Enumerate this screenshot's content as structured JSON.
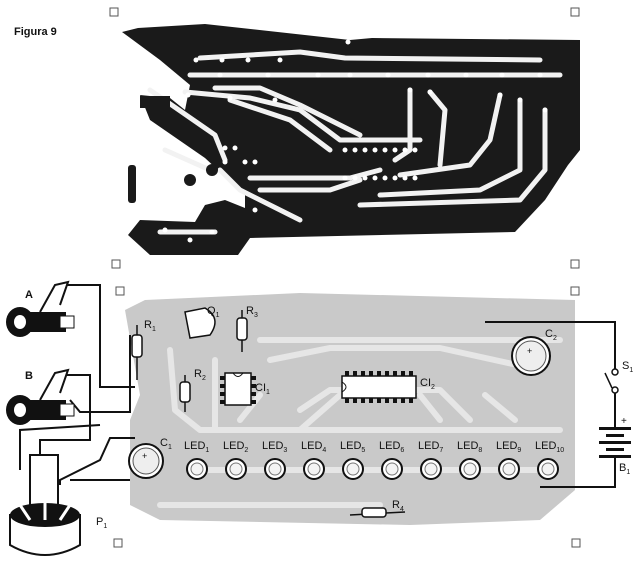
{
  "figure_label": "Figura 9",
  "components": {
    "A": "A",
    "B": "B",
    "P1": {
      "base": "P",
      "sub": "1"
    },
    "Q1": {
      "base": "Q",
      "sub": "1"
    },
    "R1": {
      "base": "R",
      "sub": "1"
    },
    "R2": {
      "base": "R",
      "sub": "2"
    },
    "R3": {
      "base": "R",
      "sub": "3"
    },
    "R4": {
      "base": "R",
      "sub": "4"
    },
    "CI1": {
      "base": "CI",
      "sub": "1"
    },
    "CI2": {
      "base": "CI",
      "sub": "2"
    },
    "C1": {
      "base": "C",
      "sub": "1"
    },
    "C2": {
      "base": "C",
      "sub": "2"
    },
    "S1": {
      "base": "S",
      "sub": "1"
    },
    "B1": {
      "base": "B",
      "sub": "1"
    },
    "battery_plus": "+",
    "cap_plus": "+"
  },
  "leds": [
    {
      "base": "LED",
      "sub": "1"
    },
    {
      "base": "LED",
      "sub": "2"
    },
    {
      "base": "LED",
      "sub": "3"
    },
    {
      "base": "LED",
      "sub": "4"
    },
    {
      "base": "LED",
      "sub": "5"
    },
    {
      "base": "LED",
      "sub": "6"
    },
    {
      "base": "LED",
      "sub": "7"
    },
    {
      "base": "LED",
      "sub": "8"
    },
    {
      "base": "LED",
      "sub": "9"
    },
    {
      "base": "LED",
      "sub": "10"
    }
  ],
  "colors": {
    "copper": "#1a1a1a",
    "board": "#c9c9c9",
    "track": "#e6e6e6",
    "wire": "#111111"
  }
}
